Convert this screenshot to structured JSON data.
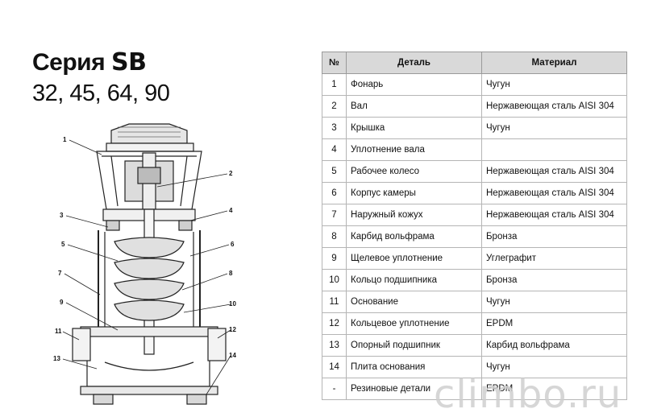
{
  "heading": {
    "series_prefix": "Серия ",
    "series_code": "SB",
    "models": "32, 45, 64, 90"
  },
  "diagram": {
    "labels": [
      "1",
      "2",
      "3",
      "4",
      "5",
      "6",
      "7",
      "8",
      "9",
      "10",
      "11",
      "12",
      "13",
      "14"
    ]
  },
  "table": {
    "headers": [
      "№",
      "Деталь",
      "Материал"
    ],
    "rows": [
      {
        "num": "1",
        "part": "Фонарь",
        "material": "Чугун"
      },
      {
        "num": "2",
        "part": "Вал",
        "material": "Нержавеющая сталь AISI 304"
      },
      {
        "num": "3",
        "part": "Крышка",
        "material": "Чугун"
      },
      {
        "num": "4",
        "part": "Уплотнение вала",
        "material": ""
      },
      {
        "num": "5",
        "part": "Рабочее колесо",
        "material": "Нержавеющая сталь AISI 304"
      },
      {
        "num": "6",
        "part": "Корпус камеры",
        "material": "Нержавеющая сталь AISI 304"
      },
      {
        "num": "7",
        "part": "Наружный кожух",
        "material": "Нержавеющая сталь AISI 304"
      },
      {
        "num": "8",
        "part": "Карбид вольфрама",
        "material": "Бронза"
      },
      {
        "num": "9",
        "part": "Щелевое уплотнение",
        "material": "Углеграфит"
      },
      {
        "num": "10",
        "part": "Кольцо подшипника",
        "material": "Бронза"
      },
      {
        "num": "11",
        "part": "Основание",
        "material": "Чугун"
      },
      {
        "num": "12",
        "part": "Кольцевое уплотнение",
        "material": "EPDM"
      },
      {
        "num": "13",
        "part": "Опорный подшипник",
        "material": "Карбид вольфрама"
      },
      {
        "num": "14",
        "part": "Плита основания",
        "material": "Чугун"
      },
      {
        "num": "-",
        "part": "Резиновые детали",
        "material": "EPDM"
      }
    ]
  },
  "watermark": "climbo.ru"
}
